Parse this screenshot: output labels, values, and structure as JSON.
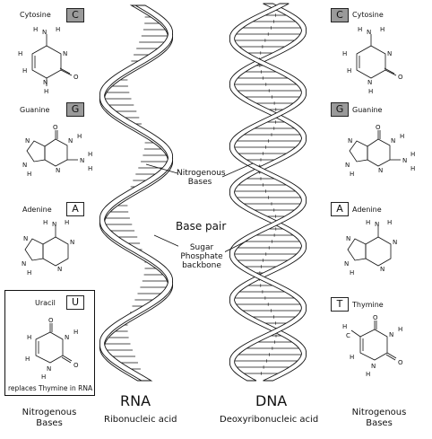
{
  "left_bases": {
    "cytosine": {
      "name": "Cytosine",
      "letter": "C"
    },
    "guanine": {
      "name": "Guanine",
      "letter": "G"
    },
    "adenine": {
      "name": "Adenine",
      "letter": "A"
    },
    "uracil": {
      "name": "Uracil",
      "letter": "U",
      "note": "replaces Thymine in RNA"
    }
  },
  "right_bases": {
    "cytosine": {
      "name": "Cytosine",
      "letter": "C"
    },
    "guanine": {
      "name": "Guanine",
      "letter": "G"
    },
    "adenine": {
      "name": "Adenine",
      "letter": "A"
    },
    "thymine": {
      "name": "Thymine",
      "letter": "T"
    }
  },
  "annotations": {
    "nitrogenous_bases": [
      "Nitrogenous",
      "Bases"
    ],
    "base_pair": "Base pair",
    "sugar_phosphate": [
      "Sugar",
      "Phosphate",
      "backbone"
    ]
  },
  "helices": {
    "rna_title": "RNA",
    "rna_subtitle": "Ribonucleic acid",
    "dna_title": "DNA",
    "dna_subtitle": "Deoxyribonucleic acid"
  },
  "footer": {
    "left": [
      "Nitrogenous",
      "Bases"
    ],
    "right": [
      "Nitrogenous",
      "Bases"
    ]
  },
  "colors": {
    "badge_highlight": "#9a9a9a",
    "stroke": "#111111",
    "background": "#ffffff"
  }
}
